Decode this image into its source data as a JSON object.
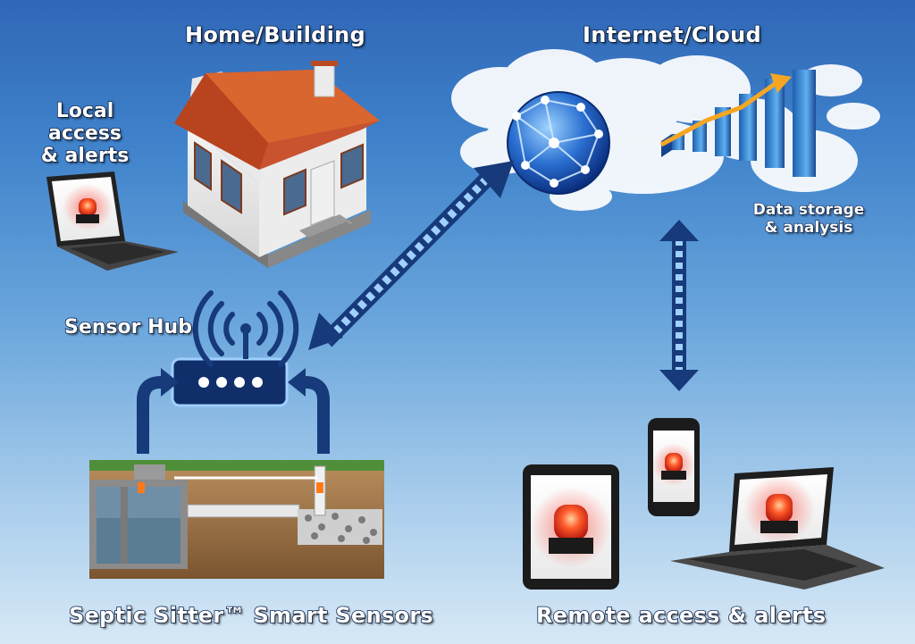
{
  "labels": {
    "home_building": "Home/Building",
    "internet_cloud": "Internet/Cloud",
    "local_access_lines": [
      "Local",
      "access",
      "& alerts"
    ],
    "data_storage_lines": [
      "Data storage",
      "& analysis"
    ],
    "sensor_hub": "Sensor Hub",
    "septic_sensors": "Septic Sitter™ Smart Sensors",
    "remote_access": "Remote access & alerts"
  },
  "colors": {
    "sky_top": "#2f67b6",
    "sky_bottom": "#d7e9f6",
    "arrow_navy": "#163a7a",
    "roof_orange": "#d9532b",
    "alert_red": "#e8321c",
    "label_text": "#ffffff",
    "label_outline": "#0b2453"
  },
  "icons": [
    "house-icon",
    "laptop-icon",
    "globe-icon",
    "bar-chart-icon",
    "router-icon",
    "wifi-signal-icon",
    "septic-tank-icon",
    "tablet-icon",
    "smartphone-icon",
    "alarm-beacon-icon"
  ]
}
